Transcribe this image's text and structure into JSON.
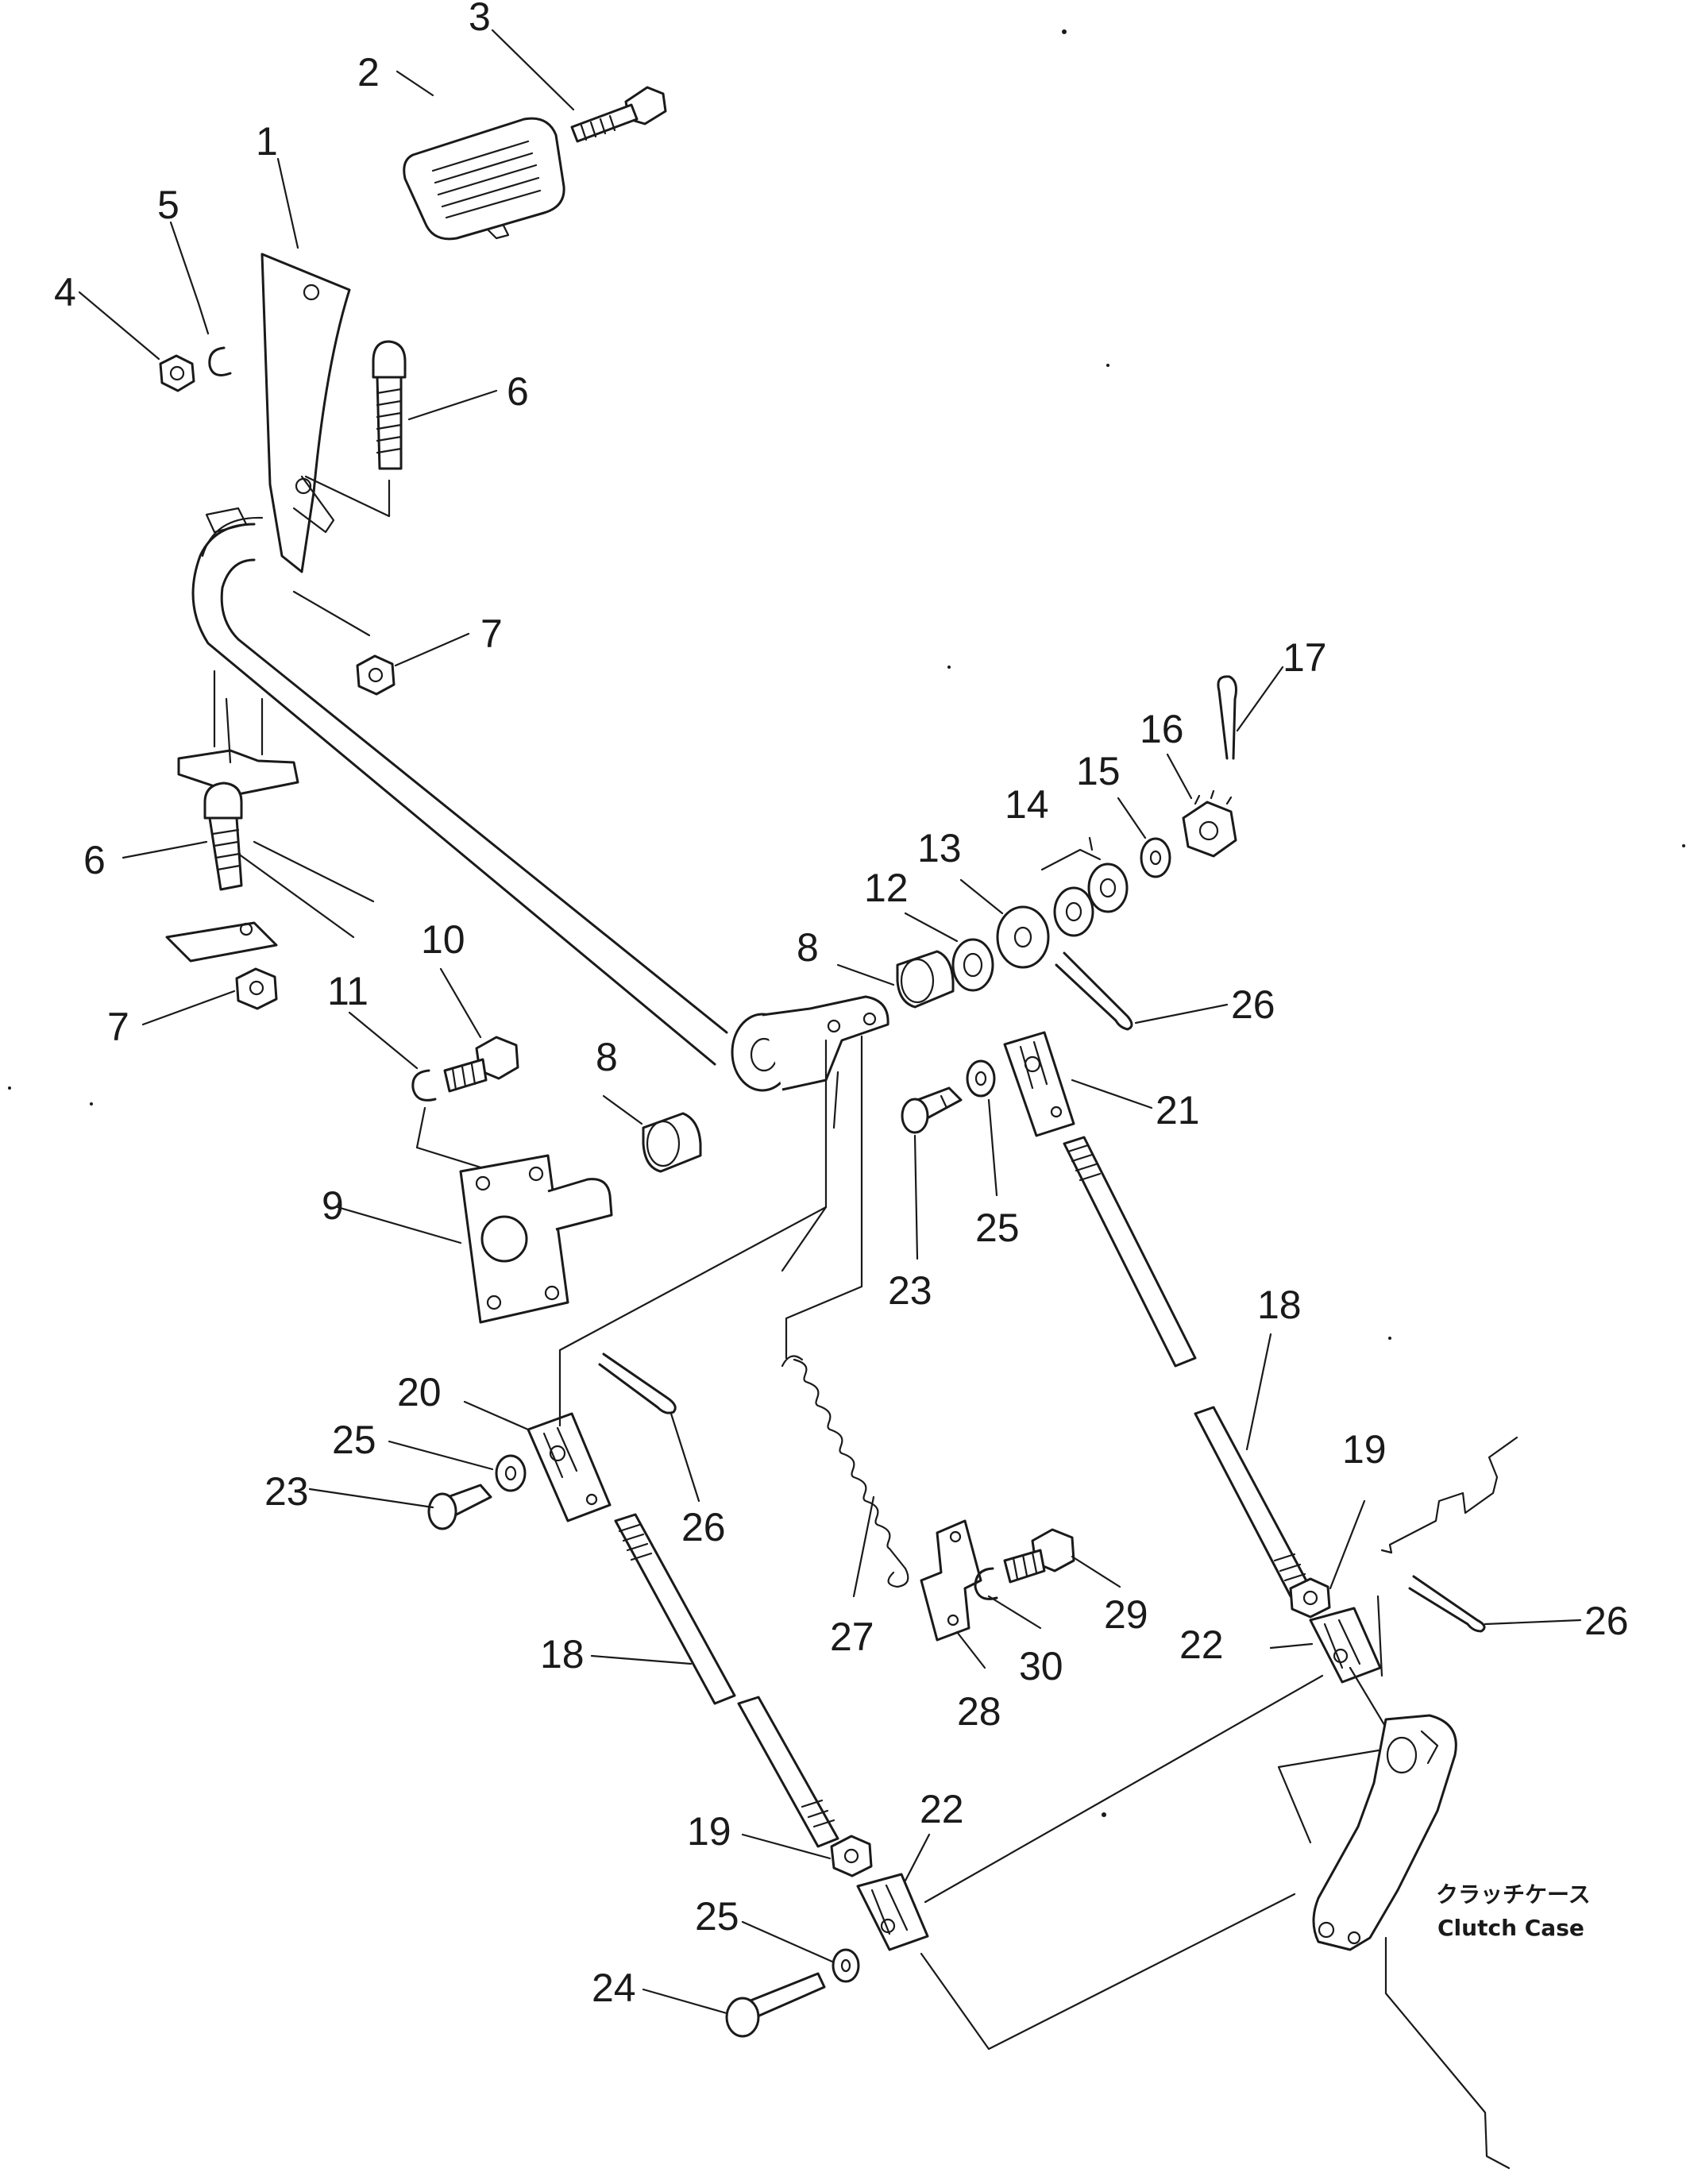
{
  "callouts": [
    {
      "id": "c3",
      "text": "3"
    },
    {
      "id": "c2",
      "text": "2"
    },
    {
      "id": "c1",
      "text": "1"
    },
    {
      "id": "c5",
      "text": "5"
    },
    {
      "id": "c4",
      "text": "4"
    },
    {
      "id": "c6a",
      "text": "6"
    },
    {
      "id": "c7a",
      "text": "7"
    },
    {
      "id": "c6b",
      "text": "6"
    },
    {
      "id": "c7b",
      "text": "7"
    },
    {
      "id": "c10",
      "text": "10"
    },
    {
      "id": "c11",
      "text": "11"
    },
    {
      "id": "c8a",
      "text": "8"
    },
    {
      "id": "c8b",
      "text": "8"
    },
    {
      "id": "c9",
      "text": "9"
    },
    {
      "id": "c12",
      "text": "12"
    },
    {
      "id": "c13",
      "text": "13"
    },
    {
      "id": "c14",
      "text": "14"
    },
    {
      "id": "c15",
      "text": "15"
    },
    {
      "id": "c16",
      "text": "16"
    },
    {
      "id": "c17",
      "text": "17"
    },
    {
      "id": "c26a",
      "text": "26"
    },
    {
      "id": "c21",
      "text": "21"
    },
    {
      "id": "c25a",
      "text": "25"
    },
    {
      "id": "c23a",
      "text": "23"
    },
    {
      "id": "c18a",
      "text": "18"
    },
    {
      "id": "c19a",
      "text": "19"
    },
    {
      "id": "c26b",
      "text": "26"
    },
    {
      "id": "c22a",
      "text": "22"
    },
    {
      "id": "c20",
      "text": "20"
    },
    {
      "id": "c25b",
      "text": "25"
    },
    {
      "id": "c23b",
      "text": "23"
    },
    {
      "id": "c26c",
      "text": "26"
    },
    {
      "id": "c27",
      "text": "27"
    },
    {
      "id": "c28",
      "text": "28"
    },
    {
      "id": "c29",
      "text": "29"
    },
    {
      "id": "c30",
      "text": "30"
    },
    {
      "id": "c18b",
      "text": "18"
    },
    {
      "id": "c19b",
      "text": "19"
    },
    {
      "id": "c22b",
      "text": "22"
    },
    {
      "id": "c25c",
      "text": "25"
    },
    {
      "id": "c24",
      "text": "24"
    }
  ],
  "caption": {
    "japanese": "クラッチケース",
    "english": "Clutch Case"
  }
}
